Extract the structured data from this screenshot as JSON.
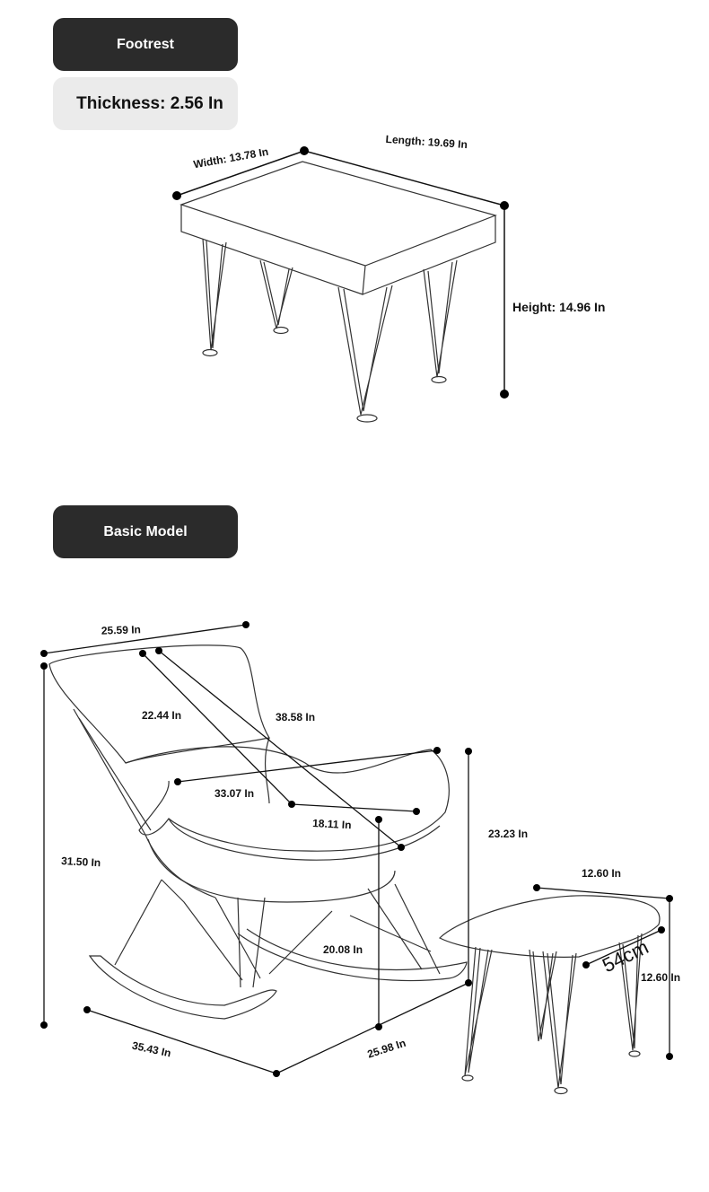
{
  "footrest": {
    "title": "Footrest",
    "thickness": "Thickness: 2.56 In",
    "dims": {
      "width": "Width: 13.78 In",
      "length": "Length: 19.69 In",
      "height": "Height: 14.96 In"
    }
  },
  "basic_model": {
    "title": "Basic Model",
    "dims": {
      "top_width": "25.59 In",
      "seat_depth": "22.44 In",
      "back_diag": "38.58 In",
      "seat_width": "33.07 In",
      "armrest": "18.11 In",
      "total_height": "31.50 In",
      "arm_height": "23.23 In",
      "seat_height": "20.08 In",
      "base_length": "35.43 In",
      "base_width": "25.98 In",
      "ottoman_top": "12.60 In",
      "ottoman_side": "12.60 In",
      "ottoman_diag": "54cm"
    }
  }
}
